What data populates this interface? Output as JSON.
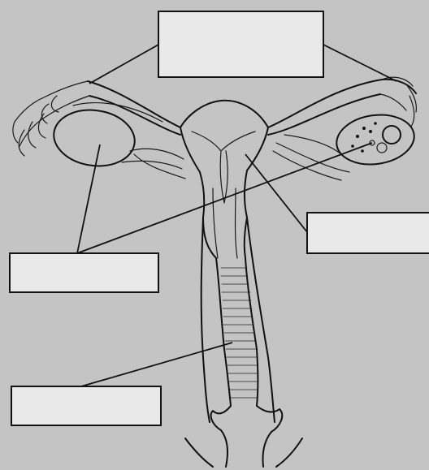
{
  "worksheet": {
    "answer_boxes": [
      {
        "id": "top",
        "answer": ""
      },
      {
        "id": "left-mid",
        "answer": ""
      },
      {
        "id": "right-mid",
        "answer": ""
      },
      {
        "id": "left-low",
        "answer": ""
      }
    ]
  },
  "colors": {
    "paper": "#c4c4c4",
    "box_fill": "#e9e9e9",
    "ink": "#111111"
  }
}
